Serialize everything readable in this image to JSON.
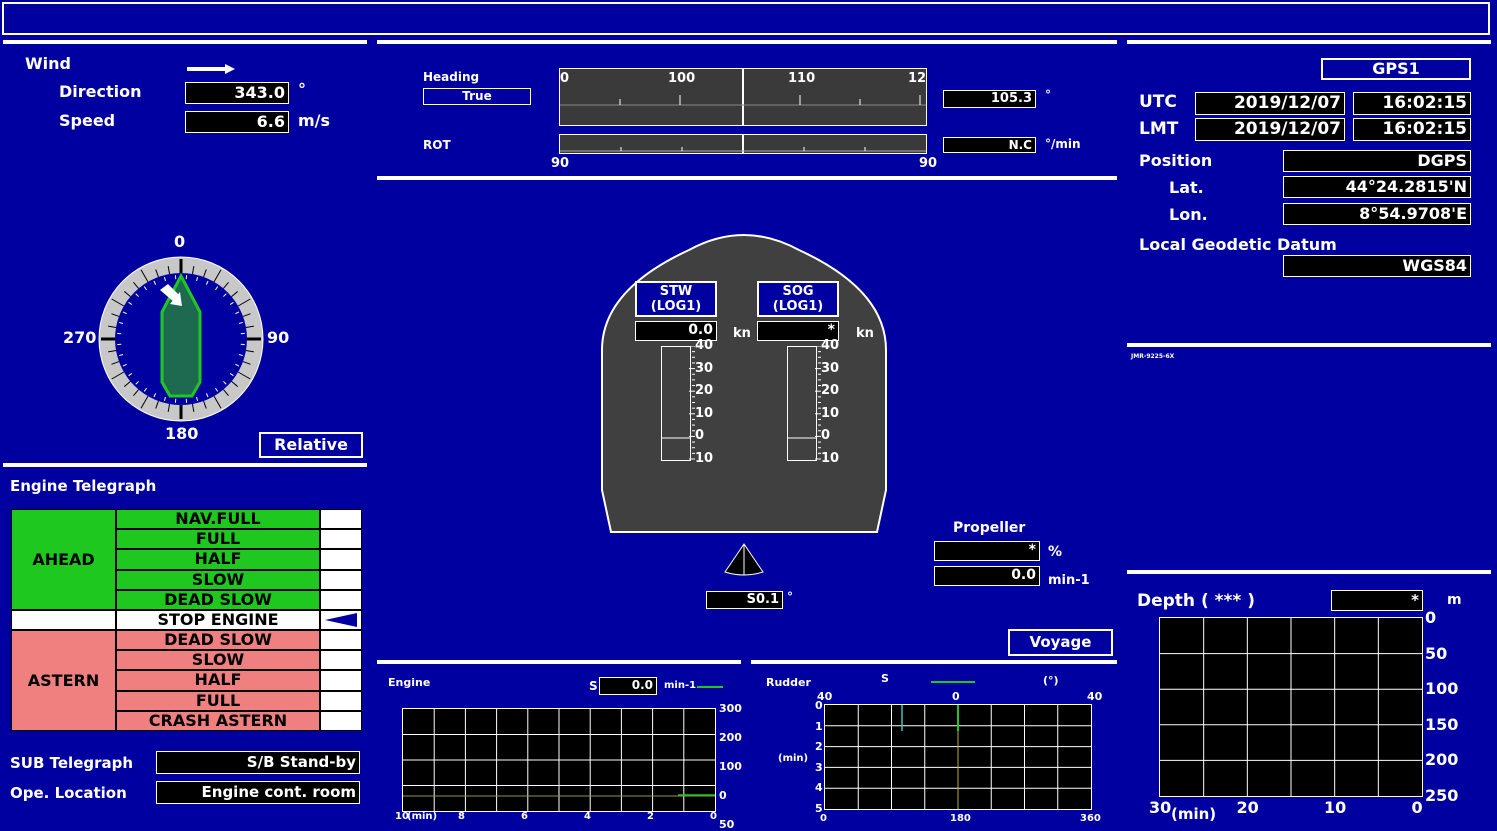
{
  "top_bar": {
    "text": ""
  },
  "wind": {
    "title": "Wind",
    "direction_label": "Direction",
    "direction_value": "343.0",
    "direction_unit": "°",
    "speed_label": "Speed",
    "speed_value": "6.6",
    "speed_unit": "m/s",
    "dial_top": "0",
    "dial_right": "90",
    "dial_bottom": "180",
    "dial_left": "270",
    "relative_button": "Relative"
  },
  "heading": {
    "label": "Heading",
    "mode": "True",
    "scale_left": "0",
    "scale_mid1": "100",
    "scale_mid2": "110",
    "scale_right": "12",
    "value": "105.3",
    "unit": "°",
    "rot_label": "ROT",
    "rot_value": "N.C",
    "rot_unit": "°/min",
    "rot_left": "90",
    "rot_right": "90"
  },
  "center": {
    "stw_title": "STW",
    "stw_sub": "(LOG1)",
    "stw_value": "0.0",
    "stw_unit": "kn",
    "sog_title": "SOG",
    "sog_sub": "(LOG1)",
    "sog_value": "*",
    "sog_unit": "kn",
    "scale": [
      "40",
      "30",
      "20",
      "10",
      "0",
      "10"
    ],
    "rudder_value": "S0.1",
    "rudder_unit": "°",
    "propeller_label": "Propeller",
    "prop_pct": "*",
    "prop_pct_unit": "%",
    "prop_rpm": "0.0",
    "prop_rpm_unit": "min-1",
    "voyage_button": "Voyage"
  },
  "gps": {
    "source": "GPS1",
    "utc_label": "UTC",
    "utc_date": "2019/12/07",
    "utc_time": "16:02:15",
    "lmt_label": "LMT",
    "lmt_date": "2019/12/07",
    "lmt_time": "16:02:15",
    "position_label": "Position",
    "position_value": "DGPS",
    "lat_label": "Lat.",
    "lat_value": "44°24.2815'N",
    "lon_label": "Lon.",
    "lon_value": "8°54.9708'E",
    "datum_label": "Local Geodetic Datum",
    "datum_value": "WGS84"
  },
  "model": "JMR-9225-6X",
  "depth": {
    "title": "Depth ( *** )",
    "value": "*",
    "unit": "m",
    "y_ticks": [
      "0",
      "50",
      "100",
      "150",
      "200",
      "250"
    ],
    "x_ticks": [
      "30",
      "20",
      "10",
      "0"
    ],
    "x_unit": "(min)"
  },
  "telegraph": {
    "title": "Engine Telegraph",
    "ahead": "AHEAD",
    "astern": "ASTERN",
    "ahead_items": [
      "NAV.FULL",
      "FULL",
      "HALF",
      "SLOW",
      "DEAD SLOW"
    ],
    "stop": "STOP ENGINE",
    "astern_items": [
      "DEAD SLOW",
      "SLOW",
      "HALF",
      "FULL",
      "CRASH ASTERN"
    ],
    "sub_label": "SUB Telegraph",
    "sub_value": "S/B Stand-by",
    "ope_label": "Ope. Location",
    "ope_value": "Engine cont. room"
  },
  "engine_chart": {
    "title": "Engine",
    "side": "S",
    "value": "0.0",
    "unit": "min-1",
    "y_ticks": [
      "300",
      "200",
      "100",
      "0",
      "50"
    ],
    "x_ticks": [
      "10",
      "8",
      "6",
      "4",
      "2",
      "0"
    ],
    "x_unit": "(min)"
  },
  "rudder_chart": {
    "title": "Rudder",
    "side": "S",
    "unit": "(°)",
    "top_ticks": [
      "40",
      "0",
      "40"
    ],
    "bottom_ticks": [
      "0",
      "180",
      "360"
    ],
    "y_ticks": [
      "0",
      "1",
      "2",
      "3",
      "4",
      "5"
    ],
    "y_unit": "(min)"
  }
}
